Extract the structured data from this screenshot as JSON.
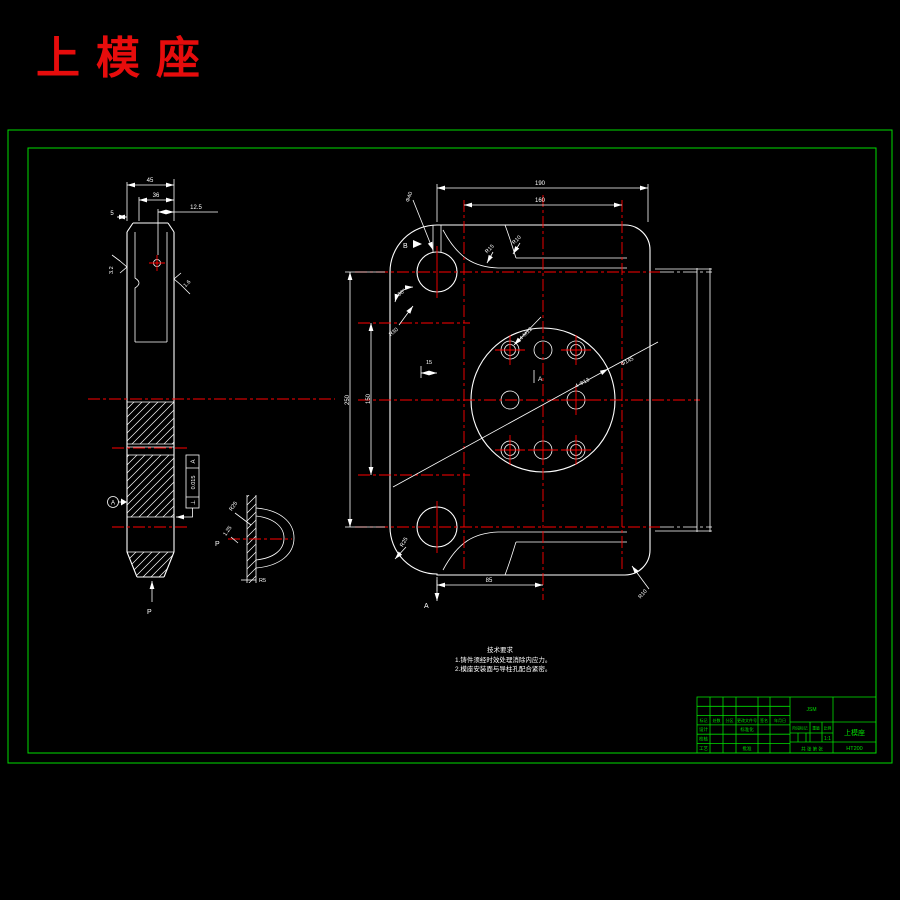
{
  "page_title": "上模座",
  "colors": {
    "frame_green": "#00dd00",
    "centerline_red": "#ff0000",
    "title_red": "#e60c0c",
    "line_white": "#ffffff"
  },
  "notes": {
    "heading": "技术要求",
    "line1": "1.铸件须经时效处理消除内应力。",
    "line2": "2.模座安装面与导柱孔配合紧密。"
  },
  "side_view": {
    "dim_45": "45",
    "dim_36": "36",
    "dim_12_5": "12.5",
    "dim_5": "5",
    "roughness_left": "3.2",
    "roughness_right": "1.6",
    "tol_symbol": "⊥",
    "tol_value": "0.015",
    "tol_datum": "A",
    "datum_label": "A",
    "arrow_label": "P"
  },
  "plan_view": {
    "dim_top_outer": "190",
    "dim_top_inner": "160",
    "dim_left_outer": "250",
    "dim_left_inner": "150",
    "dim_bottom": "85",
    "dim_offset": "15",
    "angle": "90°",
    "radius_r30": "R30",
    "radius_r15": "R15",
    "radius_r10_top": "R10",
    "radius_r10_bottom": "R10",
    "radius_r25": "R25",
    "hole_guide": "Φ40",
    "holes_tapped": "4-M12",
    "holes_through": "4-Φ13",
    "boss_dia": "Φ145",
    "section_a": "A",
    "section_a2": "A",
    "view_b": "B"
  },
  "detail_view": {
    "label": "P",
    "radius_r25": "R25",
    "roughness": "1.25",
    "radius_r5": "R5"
  },
  "title_block": {
    "rev_headers": [
      "标记",
      "处数",
      "分区",
      "更改文件号",
      "签名",
      "年月日"
    ],
    "row_design": "设计",
    "row_check": "校核",
    "row_process": "工艺",
    "std": "标准化",
    "approve": "批准",
    "stage_label": "阶段标记",
    "weight_label": "重量",
    "scale_label": "比例",
    "scale_value": "1:1",
    "sheet_info": "共  张  第  张",
    "company": "JSM",
    "part_name": "上模座",
    "material": "HT200"
  }
}
